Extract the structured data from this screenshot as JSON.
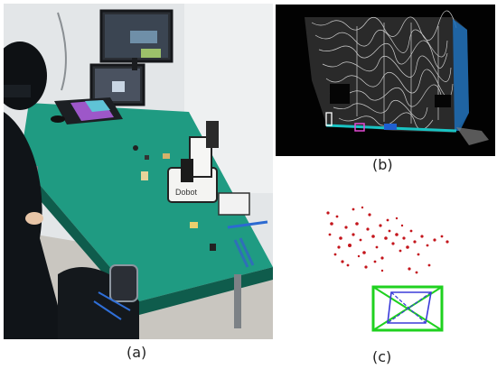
{
  "captions": {
    "a": "(a)",
    "b": "(b)",
    "c": "(c)"
  },
  "photo": {
    "robot_label": "Dobot",
    "colors": {
      "wall": "#e3e6e8",
      "table": "#1f9b82",
      "table_edge": "#0f5c4c",
      "person": "#101418",
      "floor": "#c9c6c0"
    }
  },
  "pointcloud": {
    "colors": {
      "background": "#020202",
      "points": "#d9d9d9",
      "depth_blue": "#1d6fb8",
      "cyan_edge": "#19c3c3",
      "magenta": "#e24bd3"
    }
  },
  "slam": {
    "colors": {
      "points": "#c4151c",
      "box_green": "#1fd11f",
      "box_blue": "#3b3bd8"
    }
  }
}
